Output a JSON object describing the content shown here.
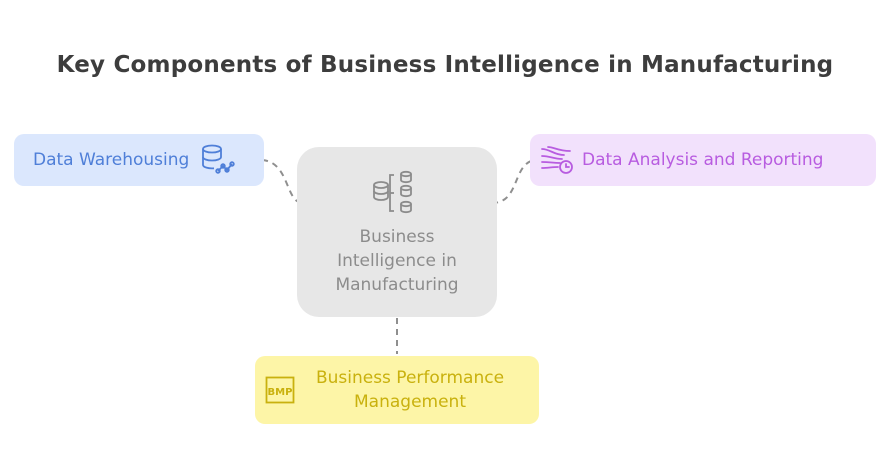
{
  "title": "Key Components of Business Intelligence in Manufacturing",
  "center": {
    "line1": "Business",
    "line2": "Intelligence in",
    "line3": "Manufacturing",
    "icon": "database-stack-icon"
  },
  "nodes": {
    "data_warehousing": {
      "label": "Data Warehousing",
      "icon": "database-network-icon",
      "color": "#4f7fd8",
      "background": "#dbe7fd"
    },
    "data_analysis": {
      "label": "Data Analysis and Reporting",
      "icon": "data-stream-timer-icon",
      "color": "#b85ce0",
      "background": "#f2e1fc"
    },
    "performance": {
      "line1": "Business Performance",
      "line2": "Management",
      "icon": "bmp-file-icon",
      "icon_text": "BMP",
      "color": "#c9b10e",
      "background": "#fdf5a7"
    }
  },
  "colors": {
    "center_background": "#e7e7e7",
    "center_text": "#8c8c8c",
    "connector": "#8f8f8f",
    "title": "#3d3d3d"
  }
}
